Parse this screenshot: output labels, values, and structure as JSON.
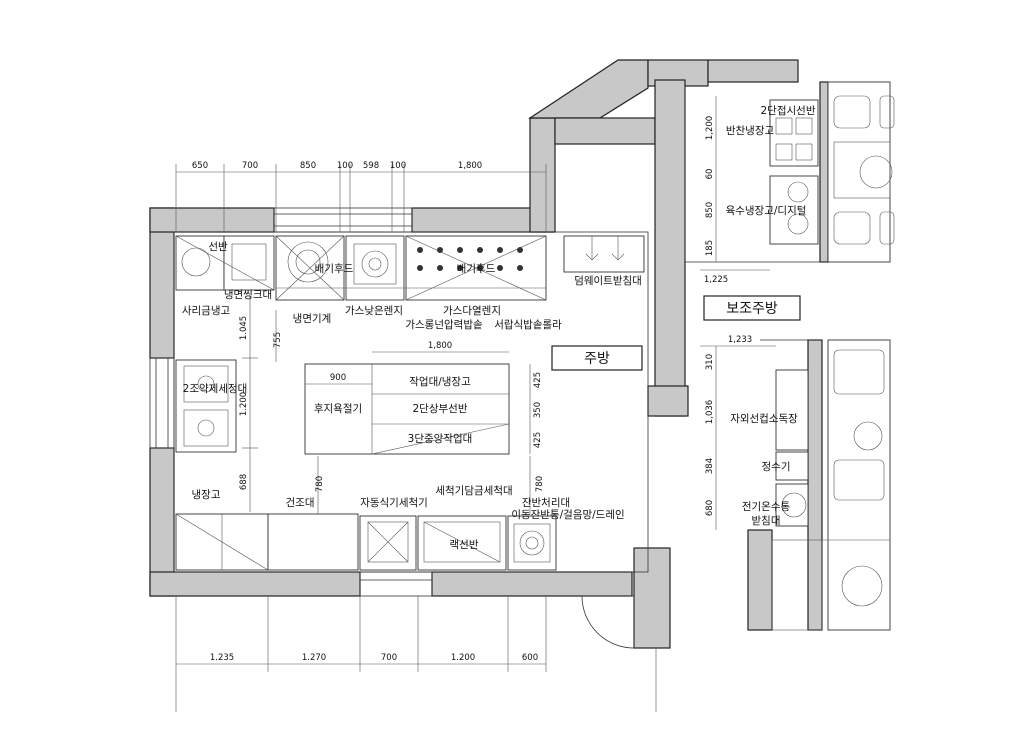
{
  "labels": {
    "seonban_top": "선반",
    "naengmyeon_sink": "냉면씽크대",
    "sarigeum_fridge": "사리금냉고",
    "exhaust_hood_1": "배기후드",
    "exhaust_hood_2": "배기후드",
    "naengmyeon_machine": "냉면기계",
    "gas_low_range": "가스낮은렌지",
    "gas_multi_range": "가스다열렌지",
    "gas_rice_cooker": "가스롱넌압력밥솥",
    "drawer_rice_warmer": "서랍식밥솥롤라",
    "dumbwaiter_stand": "덤웨이트받침대",
    "main_kitchen": "주방",
    "sub_kitchen": "보조주방",
    "two_sink_washer": "2조약제세정대",
    "workbench_fridge": "작업대/냉장고",
    "two_tier_shelf": "2단상부선반",
    "three_tier_bench": "3단중앙작업대",
    "dessert_cutter": "후지욕절기",
    "fridge": "냉장고",
    "dryer_stand": "건조대",
    "dishwasher": "자동식기세척기",
    "wash_sink_stand": "세척기담금세척대",
    "leftover_stand": "잔반처리대",
    "mobile_bin": "이동잔반통/걸음망/드레인",
    "rack_shelf": "랙선반",
    "two_tier_folding_shelf": "2단접시선반",
    "side_dish_fridge": "반찬냉장고",
    "beverage_fridge": "육수냉장고/디지털",
    "uv_cup_sterilizer": "자외선컵소독장",
    "water_purifier": "정수기",
    "electric_water_heater": "전기온수통",
    "heater_stand": "받침대"
  },
  "dims": {
    "top": [
      "650",
      "700",
      "850",
      "100",
      "598",
      "100",
      "1,800"
    ],
    "bottom": [
      "1.235",
      "1.270",
      "700",
      "1.200",
      "600"
    ],
    "left": [
      "1.045",
      "1.200",
      "688"
    ],
    "island_top": "1,800",
    "island_left": "900",
    "island_right": [
      "425",
      "350",
      "425"
    ],
    "vertical_misc": [
      "755",
      "780",
      "780"
    ],
    "right_upper_vertical": [
      "1,200",
      "60",
      "850",
      "185"
    ],
    "right_upper_horizontal": "1,225",
    "right_lower_horizontal": "1,233",
    "right_lower_vertical": [
      "310",
      "1,036",
      "384",
      "680"
    ]
  },
  "colors": {
    "wall_fill": "#c8c8c8",
    "line": "#333333",
    "background": "#ffffff"
  }
}
